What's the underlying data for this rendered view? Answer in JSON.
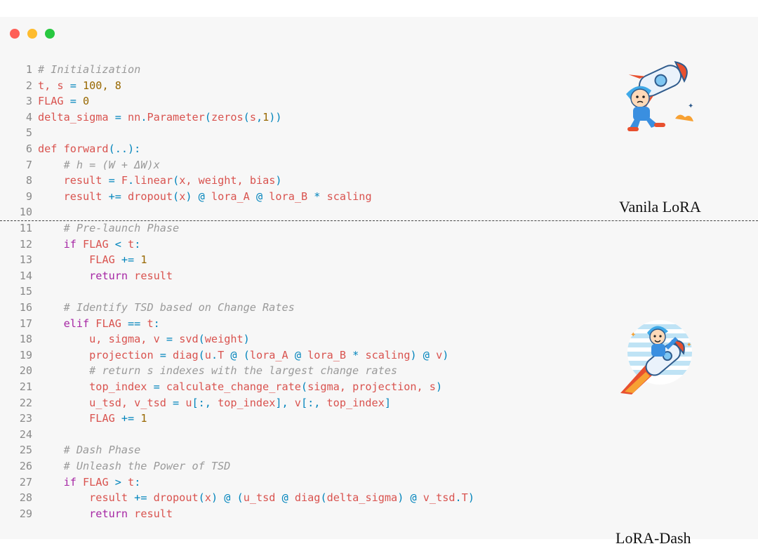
{
  "window": {
    "dots": [
      "close",
      "minimize",
      "zoom"
    ]
  },
  "labels": {
    "vanila": "Vanila LoRA",
    "dash": "LoRA-Dash"
  },
  "code": [
    {
      "n": "1",
      "tokens": [
        [
          "cm",
          "# Initialization"
        ]
      ]
    },
    {
      "n": "2",
      "tokens": [
        [
          "id",
          "t, s "
        ],
        [
          "op",
          "="
        ],
        [
          "num",
          " 100, 8"
        ]
      ]
    },
    {
      "n": "3",
      "tokens": [
        [
          "id",
          "FLAG "
        ],
        [
          "op",
          "="
        ],
        [
          "num",
          " 0"
        ]
      ]
    },
    {
      "n": "4",
      "tokens": [
        [
          "id",
          "delta_sigma "
        ],
        [
          "op",
          "="
        ],
        [
          "id",
          " nn"
        ],
        [
          "p",
          "."
        ],
        [
          "id",
          "Parameter"
        ],
        [
          "p",
          "("
        ],
        [
          "id",
          "zeros"
        ],
        [
          "p",
          "("
        ],
        [
          "id",
          "s"
        ],
        [
          "p",
          ","
        ],
        [
          "num",
          "1"
        ],
        [
          "p",
          "))"
        ]
      ]
    },
    {
      "n": "5",
      "tokens": []
    },
    {
      "n": "6",
      "tokens": [
        [
          "id",
          "def forward"
        ],
        [
          "p",
          "(..):"
        ]
      ]
    },
    {
      "n": "7",
      "tokens": [
        [
          "plain",
          "    "
        ],
        [
          "cm",
          "# h = (W + ΔW)x"
        ]
      ]
    },
    {
      "n": "8",
      "tokens": [
        [
          "plain",
          "    "
        ],
        [
          "id",
          "result "
        ],
        [
          "op",
          "="
        ],
        [
          "id",
          " F"
        ],
        [
          "p",
          "."
        ],
        [
          "id",
          "linear"
        ],
        [
          "p",
          "("
        ],
        [
          "id",
          "x, weight, bias"
        ],
        [
          "p",
          ")"
        ]
      ]
    },
    {
      "n": "9",
      "tokens": [
        [
          "plain",
          "    "
        ],
        [
          "id",
          "result "
        ],
        [
          "op",
          "+="
        ],
        [
          "id",
          " dropout"
        ],
        [
          "p",
          "("
        ],
        [
          "id",
          "x"
        ],
        [
          "p",
          ")"
        ],
        [
          "op",
          " @ "
        ],
        [
          "id",
          "lora_A "
        ],
        [
          "op",
          "@"
        ],
        [
          "id",
          " lora_B "
        ],
        [
          "op",
          "*"
        ],
        [
          "id",
          " scaling"
        ]
      ]
    },
    {
      "n": "10",
      "tokens": []
    },
    {
      "n": "11",
      "tokens": [
        [
          "plain",
          "    "
        ],
        [
          "cm",
          "# Pre-launch Phase"
        ]
      ]
    },
    {
      "n": "12",
      "tokens": [
        [
          "plain",
          "    "
        ],
        [
          "kw",
          "if"
        ],
        [
          "id",
          " FLAG "
        ],
        [
          "op",
          "<"
        ],
        [
          "id",
          " t"
        ],
        [
          "p",
          ":"
        ]
      ]
    },
    {
      "n": "13",
      "tokens": [
        [
          "plain",
          "        "
        ],
        [
          "id",
          "FLAG "
        ],
        [
          "op",
          "+="
        ],
        [
          "num",
          " 1"
        ]
      ]
    },
    {
      "n": "14",
      "tokens": [
        [
          "plain",
          "        "
        ],
        [
          "kw",
          "return"
        ],
        [
          "id",
          " result"
        ]
      ]
    },
    {
      "n": "15",
      "tokens": []
    },
    {
      "n": "16",
      "tokens": [
        [
          "plain",
          "    "
        ],
        [
          "cm",
          "# Identify TSD based on Change Rates"
        ]
      ]
    },
    {
      "n": "17",
      "tokens": [
        [
          "plain",
          "    "
        ],
        [
          "kw",
          "elif"
        ],
        [
          "id",
          " FLAG "
        ],
        [
          "op",
          "=="
        ],
        [
          "id",
          " t"
        ],
        [
          "p",
          ":"
        ]
      ]
    },
    {
      "n": "18",
      "tokens": [
        [
          "plain",
          "        "
        ],
        [
          "id",
          "u, sigma, v "
        ],
        [
          "op",
          "="
        ],
        [
          "id",
          " svd"
        ],
        [
          "p",
          "("
        ],
        [
          "id",
          "weight"
        ],
        [
          "p",
          ")"
        ]
      ]
    },
    {
      "n": "19",
      "tokens": [
        [
          "plain",
          "        "
        ],
        [
          "id",
          "projection "
        ],
        [
          "op",
          "="
        ],
        [
          "id",
          " diag"
        ],
        [
          "p",
          "("
        ],
        [
          "id",
          "u"
        ],
        [
          "p",
          "."
        ],
        [
          "id",
          "T "
        ],
        [
          "op",
          "@"
        ],
        [
          "p",
          " ("
        ],
        [
          "id",
          "lora_A "
        ],
        [
          "op",
          "@"
        ],
        [
          "id",
          " lora_B "
        ],
        [
          "op",
          "*"
        ],
        [
          "id",
          " scaling"
        ],
        [
          "p",
          ")"
        ],
        [
          "op",
          " @ "
        ],
        [
          "id",
          "v"
        ],
        [
          "p",
          ")"
        ]
      ]
    },
    {
      "n": "20",
      "tokens": [
        [
          "plain",
          "        "
        ],
        [
          "cm",
          "# return s indexes with the largest change rates"
        ]
      ]
    },
    {
      "n": "21",
      "tokens": [
        [
          "plain",
          "        "
        ],
        [
          "id",
          "top_index "
        ],
        [
          "op",
          "="
        ],
        [
          "id",
          " calculate_change_rate"
        ],
        [
          "p",
          "("
        ],
        [
          "id",
          "sigma, projection, s"
        ],
        [
          "p",
          ")"
        ]
      ]
    },
    {
      "n": "22",
      "tokens": [
        [
          "plain",
          "        "
        ],
        [
          "id",
          "u_tsd, v_tsd "
        ],
        [
          "op",
          "="
        ],
        [
          "id",
          " u"
        ],
        [
          "p",
          "[:, "
        ],
        [
          "id",
          "top_index"
        ],
        [
          "p",
          "], "
        ],
        [
          "id",
          "v"
        ],
        [
          "p",
          "[:, "
        ],
        [
          "id",
          "top_index"
        ],
        [
          "p",
          "]"
        ]
      ]
    },
    {
      "n": "23",
      "tokens": [
        [
          "plain",
          "        "
        ],
        [
          "id",
          "FLAG "
        ],
        [
          "op",
          "+="
        ],
        [
          "num",
          " 1"
        ]
      ]
    },
    {
      "n": "24",
      "tokens": []
    },
    {
      "n": "25",
      "tokens": [
        [
          "plain",
          "    "
        ],
        [
          "cm",
          "# Dash Phase"
        ]
      ]
    },
    {
      "n": "26",
      "tokens": [
        [
          "plain",
          "    "
        ],
        [
          "cm",
          "# Unleash the Power of TSD"
        ]
      ]
    },
    {
      "n": "27",
      "tokens": [
        [
          "plain",
          "    "
        ],
        [
          "kw",
          "if"
        ],
        [
          "id",
          " FLAG "
        ],
        [
          "op",
          ">"
        ],
        [
          "id",
          " t"
        ],
        [
          "p",
          ":"
        ]
      ]
    },
    {
      "n": "28",
      "tokens": [
        [
          "plain",
          "        "
        ],
        [
          "id",
          "result "
        ],
        [
          "op",
          "+="
        ],
        [
          "id",
          " dropout"
        ],
        [
          "p",
          "("
        ],
        [
          "id",
          "x"
        ],
        [
          "p",
          ")"
        ],
        [
          "op",
          " @ "
        ],
        [
          "p",
          "("
        ],
        [
          "id",
          "u_tsd "
        ],
        [
          "op",
          "@"
        ],
        [
          "id",
          " diag"
        ],
        [
          "p",
          "("
        ],
        [
          "id",
          "delta_sigma"
        ],
        [
          "p",
          ")"
        ],
        [
          "op",
          " @ "
        ],
        [
          "id",
          "v_tsd"
        ],
        [
          "p",
          "."
        ],
        [
          "id",
          "T"
        ],
        [
          "p",
          ")"
        ]
      ]
    },
    {
      "n": "29",
      "tokens": [
        [
          "plain",
          "        "
        ],
        [
          "kw",
          "return"
        ],
        [
          "id",
          " result"
        ]
      ]
    }
  ]
}
